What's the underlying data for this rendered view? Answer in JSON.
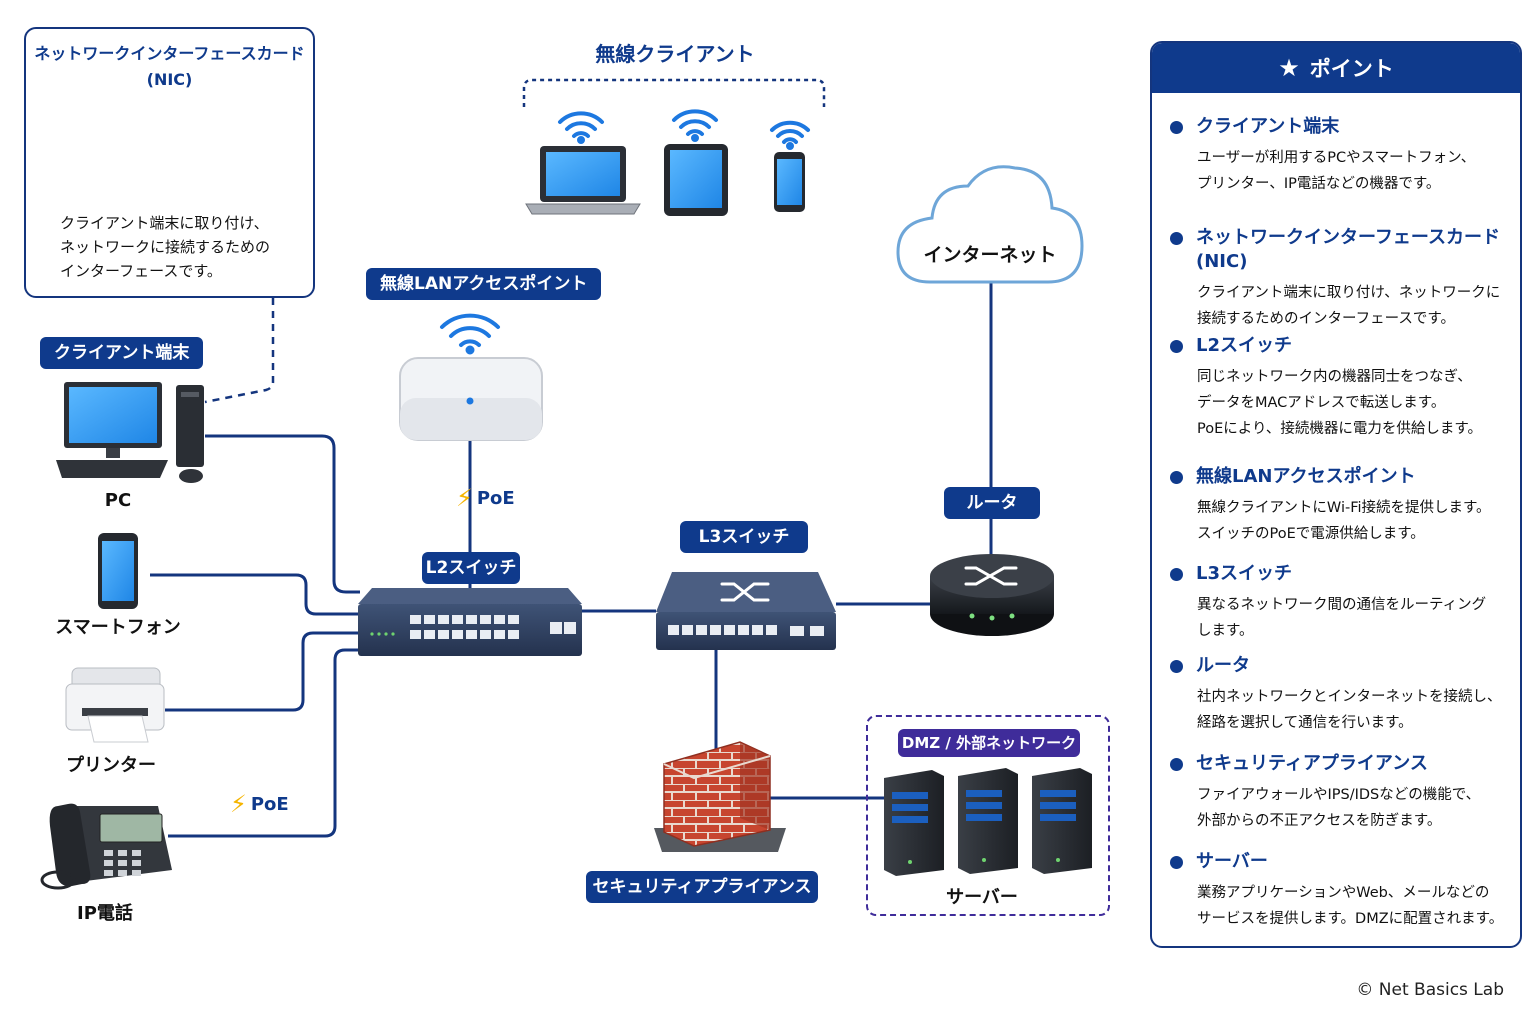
{
  "nic": {
    "title_line1": "ネットワークインターフェースカード",
    "title_line2": "(NIC)",
    "desc_line1": "クライアント端末に取り付け、",
    "desc_line2": "ネットワークに接続するための",
    "desc_line3": "インターフェースです。"
  },
  "wireless_clients": {
    "title": "無線クライアント"
  },
  "labels": {
    "client_terminal": "クライアント端末",
    "ap": "無線LANアクセスポイント",
    "l2_switch": "L2スイッチ",
    "l3_switch": "L3スイッチ",
    "router": "ルータ",
    "internet": "インターネット",
    "pc": "PC",
    "smartphone": "スマートフォン",
    "printer": "プリンター",
    "ip_phone": "IP電話",
    "poe_ap": "PoE",
    "poe_phone": "PoE",
    "security_appliance": "セキュリティアプライアンス",
    "dmz": "DMZ / 外部ネットワーク",
    "server": "サーバー"
  },
  "points": {
    "title": "ポイント",
    "items": [
      {
        "title": "クライアント端末",
        "lines": [
          "ユーザーが利用するPCやスマートフォン、",
          "プリンター、IP電話などの機器です。"
        ]
      },
      {
        "title": "ネットワークインターフェースカード(NIC)",
        "lines": [
          "クライアント端末に取り付け、ネットワークに",
          "接続するためのインターフェースです。"
        ]
      },
      {
        "title": "L2スイッチ",
        "lines": [
          "同じネットワーク内の機器同士をつなぎ、",
          "データをMACアドレスで転送します。",
          "PoEにより、接続機器に電力を供給します。"
        ]
      },
      {
        "title": "無線LANアクセスポイント",
        "lines": [
          "無線クライアントにWi-Fi接続を提供します。",
          "スイッチのPoEで電源供給します。"
        ]
      },
      {
        "title": "L3スイッチ",
        "lines": [
          "異なるネットワーク間の通信をルーティング",
          "します。"
        ]
      },
      {
        "title": "ルータ",
        "lines": [
          "社内ネットワークとインターネットを接続し、",
          "経路を選択して通信を行います。"
        ]
      },
      {
        "title": "セキュリティアプライアンス",
        "lines": [
          "ファイアウォールやIPS/IDSなどの機能で、",
          "外部からの不正アクセスを防ぎます。"
        ]
      },
      {
        "title": "サーバー",
        "lines": [
          "業務アプリケーションやWeb、メールなどの",
          "サービスを提供します。DMZに配置されます。"
        ]
      }
    ]
  },
  "copyright": "© Net Basics Lab",
  "colors": {
    "navy": "#0f3a8c",
    "purple": "#3f2c9a",
    "bolt": "#f5b400"
  }
}
